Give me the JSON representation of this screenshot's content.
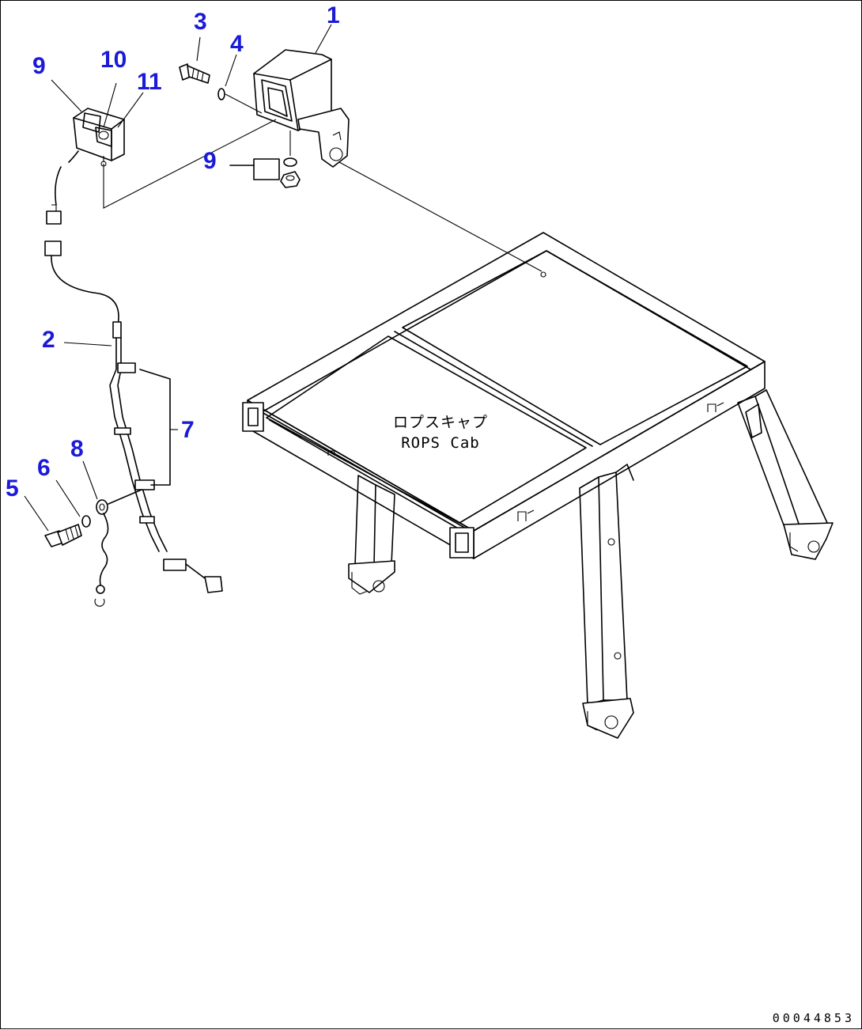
{
  "callouts": {
    "c1": "1",
    "c2": "2",
    "c3": "3",
    "c4": "4",
    "c5": "5",
    "c6": "6",
    "c7": "7",
    "c8": "8",
    "c9a": "9",
    "c9b": "9",
    "c10": "10",
    "c11": "11"
  },
  "cab_label": {
    "japanese": "ロプスキャプ",
    "english": "ROPS Cab"
  },
  "drawing_number": "00044853",
  "colors": {
    "callout": "#1a1ad8",
    "linework": "#000000",
    "background": "#ffffff"
  }
}
